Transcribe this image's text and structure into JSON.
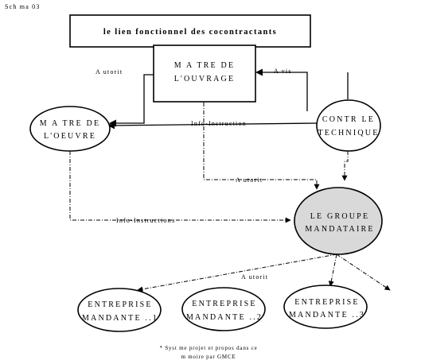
{
  "schema_label": "Sch ma 03",
  "top_box": "le lien fonctionnel des cocontractants",
  "maitre_ouvrage": [
    "M A TRE DE",
    "L'OUVRAGE"
  ],
  "maitre_oeuvre": [
    "M A TRE DE",
    "L'OEUVRE"
  ],
  "controle_technique": [
    "CONTR LE",
    "TECHNIQUE"
  ],
  "groupe_mandataire": [
    "LE GROUPE",
    "MANDATAIRE"
  ],
  "entreprise_1": [
    "ENTREPRISE",
    "MANDANTE ..1"
  ],
  "entreprise_2": [
    "ENTREPRISE",
    "MANDANTE ..2"
  ],
  "entreprise_3": [
    "ENTREPRISE",
    "MANDANTE ..3"
  ],
  "label_autorit_left": "A utorit",
  "label_avis": "A vis",
  "label_info_instruction": "Info-Instruction",
  "label_autorit_mid": "A utorit",
  "label_info_instructions": "Info-Instructions",
  "label_autorit_bottom": "A utorit",
  "footnote": [
    "* Syst me projet  et propos   dans ce",
    "m  moire par GMCE"
  ],
  "colors": {
    "line": "#000000",
    "group_fill": "#d9d9d9",
    "background": "#ffffff"
  }
}
